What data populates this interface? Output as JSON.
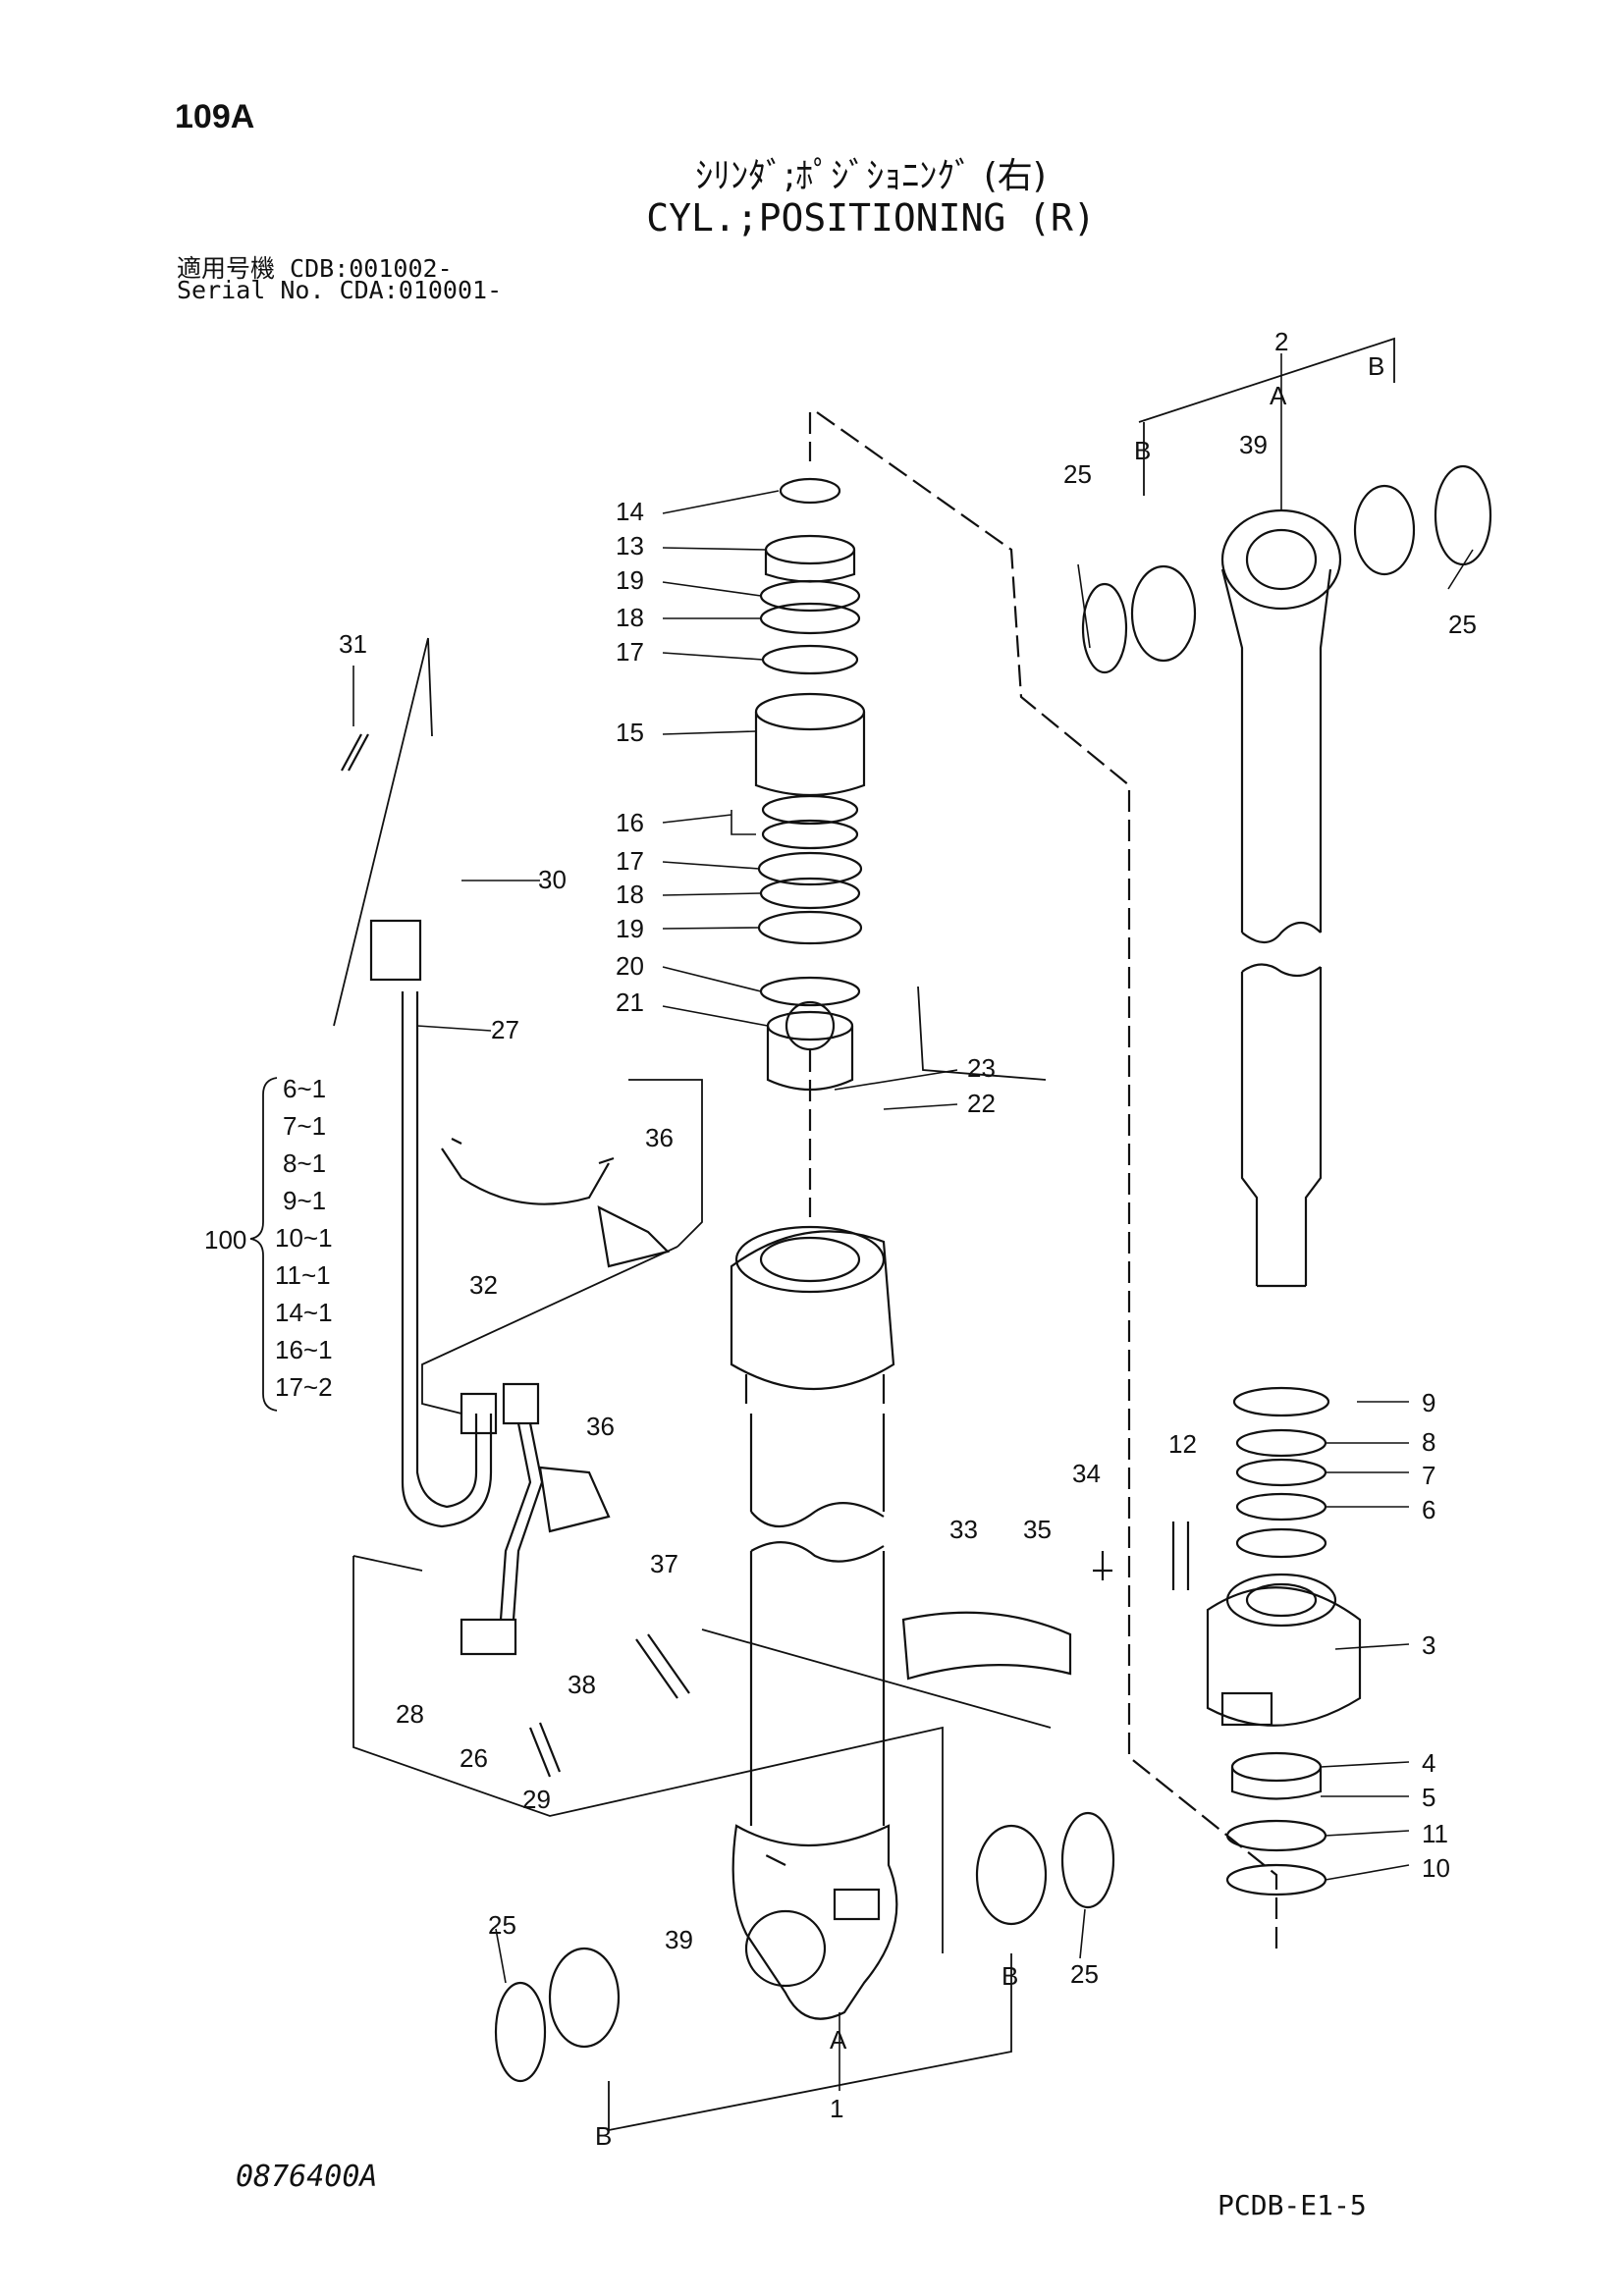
{
  "page_code": "109A",
  "title_jp": "ｼﾘﾝﾀﾞ;ﾎﾟｼﾞｼｮﾆﾝｸﾞ (右)",
  "title_en": "CYL.;POSITIONING (R)",
  "serial_line_1": "適用号機  CDB:001002-",
  "serial_line_2": "Serial No. CDA:010001-",
  "callouts": {
    "c14": "14",
    "c13": "13",
    "c19a": "19",
    "c18a": "18",
    "c17a": "17",
    "c15": "15",
    "c16": "16",
    "c17b": "17",
    "c18b": "18",
    "c19b": "19",
    "c20": "20",
    "c21": "21",
    "c23": "23",
    "c22": "22",
    "c31": "31",
    "c30": "30",
    "c27": "27",
    "c36a": "36",
    "c32": "32",
    "c36b": "36",
    "c37": "37",
    "c38": "38",
    "c28": "28",
    "c26": "26",
    "c29": "29",
    "c33": "33",
    "c35": "35",
    "c34": "34",
    "c39a": "39",
    "c39b": "39",
    "c25a": "25",
    "c25b": "25",
    "c25c": "25",
    "c25d": "25",
    "c2": "2",
    "c1": "1",
    "c9": "9",
    "c8": "8",
    "c7": "7",
    "c6": "6",
    "c12": "12",
    "c3": "3",
    "c4": "4",
    "c5": "5",
    "c11": "11",
    "c10": "10",
    "a_top": "A",
    "b_top_left": "B",
    "b_top_right": "B",
    "a_bottom": "A",
    "b_bottom_left": "B",
    "b_bottom_right": "B"
  },
  "kit": {
    "number": "100",
    "items": [
      "6~1",
      "7~1",
      "8~1",
      "9~1",
      "10~1",
      "11~1",
      "14~1",
      "16~1",
      "17~2"
    ]
  },
  "footer_left": "0876400A",
  "footer_right": "PCDB-E1-5"
}
